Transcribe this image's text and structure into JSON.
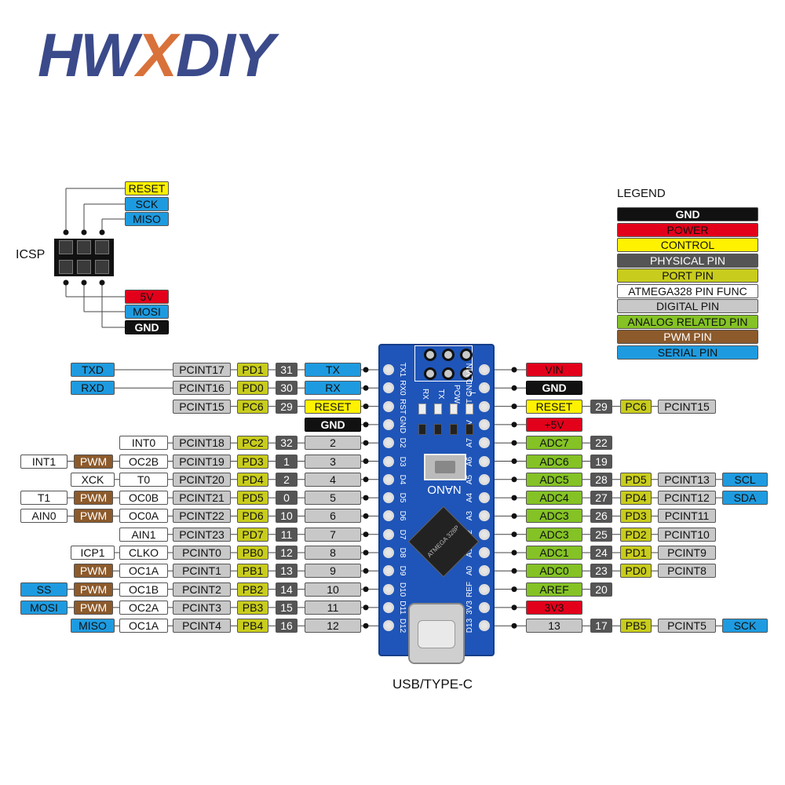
{
  "brand": {
    "part1": "HW",
    "part2": "X",
    "part3": "DIY"
  },
  "icsp": {
    "label": "ICSP",
    "top_pins": [
      {
        "name": "RESET",
        "type": "ctl"
      },
      {
        "name": "SCK",
        "type": "ser"
      },
      {
        "name": "MISO",
        "type": "ser"
      }
    ],
    "bottom_pins": [
      {
        "name": "5V",
        "type": "pwr"
      },
      {
        "name": "MOSI",
        "type": "ser"
      },
      {
        "name": "GND",
        "type": "gnd"
      }
    ]
  },
  "legend": {
    "title": "LEGEND",
    "items": [
      {
        "name": "GND",
        "type": "gnd"
      },
      {
        "name": "POWER",
        "type": "pwr"
      },
      {
        "name": "CONTROL",
        "type": "ctl"
      },
      {
        "name": "PHYSICAL PIN",
        "type": "phy"
      },
      {
        "name": "PORT PIN",
        "type": "port"
      },
      {
        "name": "ATMEGA328 PIN FUNC",
        "type": "func"
      },
      {
        "name": "DIGITAL PIN",
        "type": "dig"
      },
      {
        "name": "ANALOG RELATED PIN",
        "type": "ana"
      },
      {
        "name": "PWM PIN",
        "type": "pwm"
      },
      {
        "name": "SERIAL PIN",
        "type": "ser"
      }
    ]
  },
  "left_rows": [
    {
      "a": {
        "t": "TXD",
        "c": "ser"
      },
      "pcint": "PCINT17",
      "port": "PD1",
      "phys": "31",
      "pin": {
        "t": "TX",
        "c": "ser"
      }
    },
    {
      "a": {
        "t": "RXD",
        "c": "ser"
      },
      "pcint": "PCINT16",
      "port": "PD0",
      "phys": "30",
      "pin": {
        "t": "RX",
        "c": "ser"
      }
    },
    {
      "pcint": "PCINT15",
      "port": "PC6",
      "phys": "29",
      "pin": {
        "t": "RESET",
        "c": "ctl"
      }
    },
    {
      "pin": {
        "t": "GND",
        "c": "gnd"
      }
    },
    {
      "c": {
        "t": "INT0",
        "c": "func"
      },
      "pcint": "PCINT18",
      "port": "PC2",
      "phys": "32",
      "pin": {
        "t": "2",
        "c": "dig"
      }
    },
    {
      "a": {
        "t": "INT1",
        "c": "func"
      },
      "b": {
        "t": "PWM",
        "c": "pwm"
      },
      "c": {
        "t": "OC2B",
        "c": "func"
      },
      "pcint": "PCINT19",
      "port": "PD3",
      "phys": "1",
      "pin": {
        "t": "3",
        "c": "dig"
      }
    },
    {
      "a": {
        "t": "XCK",
        "c": "func"
      },
      "c": {
        "t": "T0",
        "c": "func"
      },
      "pcint": "PCINT20",
      "port": "PD4",
      "phys": "2",
      "pin": {
        "t": "4",
        "c": "dig"
      }
    },
    {
      "a": {
        "t": "T1",
        "c": "func"
      },
      "b": {
        "t": "PWM",
        "c": "pwm"
      },
      "c": {
        "t": "OC0B",
        "c": "func"
      },
      "pcint": "PCINT21",
      "port": "PD5",
      "phys": "0",
      "pin": {
        "t": "5",
        "c": "dig"
      }
    },
    {
      "a": {
        "t": "AIN0",
        "c": "func"
      },
      "b": {
        "t": "PWM",
        "c": "pwm"
      },
      "c": {
        "t": "OC0A",
        "c": "func"
      },
      "pcint": "PCINT22",
      "port": "PD6",
      "phys": "10",
      "pin": {
        "t": "6",
        "c": "dig"
      }
    },
    {
      "c": {
        "t": "AIN1",
        "c": "func"
      },
      "pcint": "PCINT23",
      "port": "PD7",
      "phys": "11",
      "pin": {
        "t": "7",
        "c": "dig"
      }
    },
    {
      "a": {
        "t": "ICP1",
        "c": "func"
      },
      "c": {
        "t": "CLKO",
        "c": "func"
      },
      "pcint": "PCINT0",
      "port": "PB0",
      "phys": "12",
      "pin": {
        "t": "8",
        "c": "dig"
      }
    },
    {
      "b": {
        "t": "PWM",
        "c": "pwm"
      },
      "c": {
        "t": "OC1A",
        "c": "func"
      },
      "pcint": "PCINT1",
      "port": "PB1",
      "phys": "13",
      "pin": {
        "t": "9",
        "c": "dig"
      }
    },
    {
      "a": {
        "t": "SS",
        "c": "ser"
      },
      "b": {
        "t": "PWM",
        "c": "pwm"
      },
      "c": {
        "t": "OC1B",
        "c": "func"
      },
      "pcint": "PCINT2",
      "port": "PB2",
      "phys": "14",
      "pin": {
        "t": "10",
        "c": "dig"
      }
    },
    {
      "a": {
        "t": "MOSI",
        "c": "ser"
      },
      "b": {
        "t": "PWM",
        "c": "pwm"
      },
      "c": {
        "t": "OC2A",
        "c": "func"
      },
      "pcint": "PCINT3",
      "port": "PB3",
      "phys": "15",
      "pin": {
        "t": "11",
        "c": "dig"
      }
    },
    {
      "a": {
        "t": "MISO",
        "c": "ser"
      },
      "c": {
        "t": "OC1A",
        "c": "func"
      },
      "pcint": "PCINT4",
      "port": "PB4",
      "phys": "16",
      "pin": {
        "t": "12",
        "c": "dig"
      }
    }
  ],
  "right_rows": [
    {
      "pin": {
        "t": "VIN",
        "c": "pwr"
      }
    },
    {
      "pin": {
        "t": "GND",
        "c": "gnd"
      }
    },
    {
      "pin": {
        "t": "RESET",
        "c": "ctl"
      },
      "phys": "29",
      "port": "PC6",
      "pcint": "PCINT15"
    },
    {
      "pin": {
        "t": "+5V",
        "c": "pwr"
      }
    },
    {
      "pin": {
        "t": "ADC7",
        "c": "ana"
      },
      "phys": "22"
    },
    {
      "pin": {
        "t": "ADC6",
        "c": "ana"
      },
      "phys": "19"
    },
    {
      "pin": {
        "t": "ADC5",
        "c": "ana"
      },
      "phys": "28",
      "port": "PD5",
      "pcint": "PCINT13",
      "ser": "SCL"
    },
    {
      "pin": {
        "t": "ADC4",
        "c": "ana"
      },
      "phys": "27",
      "port": "PD4",
      "pcint": "PCINT12",
      "ser": "SDA"
    },
    {
      "pin": {
        "t": "ADC3",
        "c": "ana"
      },
      "phys": "26",
      "port": "PD3",
      "pcint": "PCINT11"
    },
    {
      "pin": {
        "t": "ADC3",
        "c": "ana"
      },
      "phys": "25",
      "port": "PD2",
      "pcint": "PCINT10"
    },
    {
      "pin": {
        "t": "ADC1",
        "c": "ana"
      },
      "phys": "24",
      "port": "PD1",
      "pcint": "PCINT9"
    },
    {
      "pin": {
        "t": "ADC0",
        "c": "ana"
      },
      "phys": "23",
      "port": "PD0",
      "pcint": "PCINT8"
    },
    {
      "pin": {
        "t": "AREF",
        "c": "ana"
      },
      "phys": "20"
    },
    {
      "pin": {
        "t": "3V3",
        "c": "pwr"
      }
    },
    {
      "pin": {
        "t": "13",
        "c": "dig"
      },
      "phys": "17",
      "port": "PB5",
      "pcint": "PCINT5",
      "ser": "SCK"
    }
  ],
  "board": {
    "left_silk": [
      "TX1",
      "RX0",
      "RST",
      "GND",
      "D2",
      "D3",
      "D4",
      "D5",
      "D6",
      "D7",
      "D8",
      "D9",
      "D10",
      "D11",
      "D12"
    ],
    "right_silk": [
      "VIN",
      "GND",
      "RST",
      "5V",
      "A7",
      "A6",
      "A5",
      "A4",
      "A3",
      "A2",
      "A1",
      "A0",
      "REF",
      "3V3",
      "D13"
    ],
    "leds": [
      "RX",
      "TX",
      "POW",
      "L"
    ],
    "name": "NANO",
    "chip": "ATMEGA 328P",
    "usb_label": "USB/TYPE-C"
  }
}
